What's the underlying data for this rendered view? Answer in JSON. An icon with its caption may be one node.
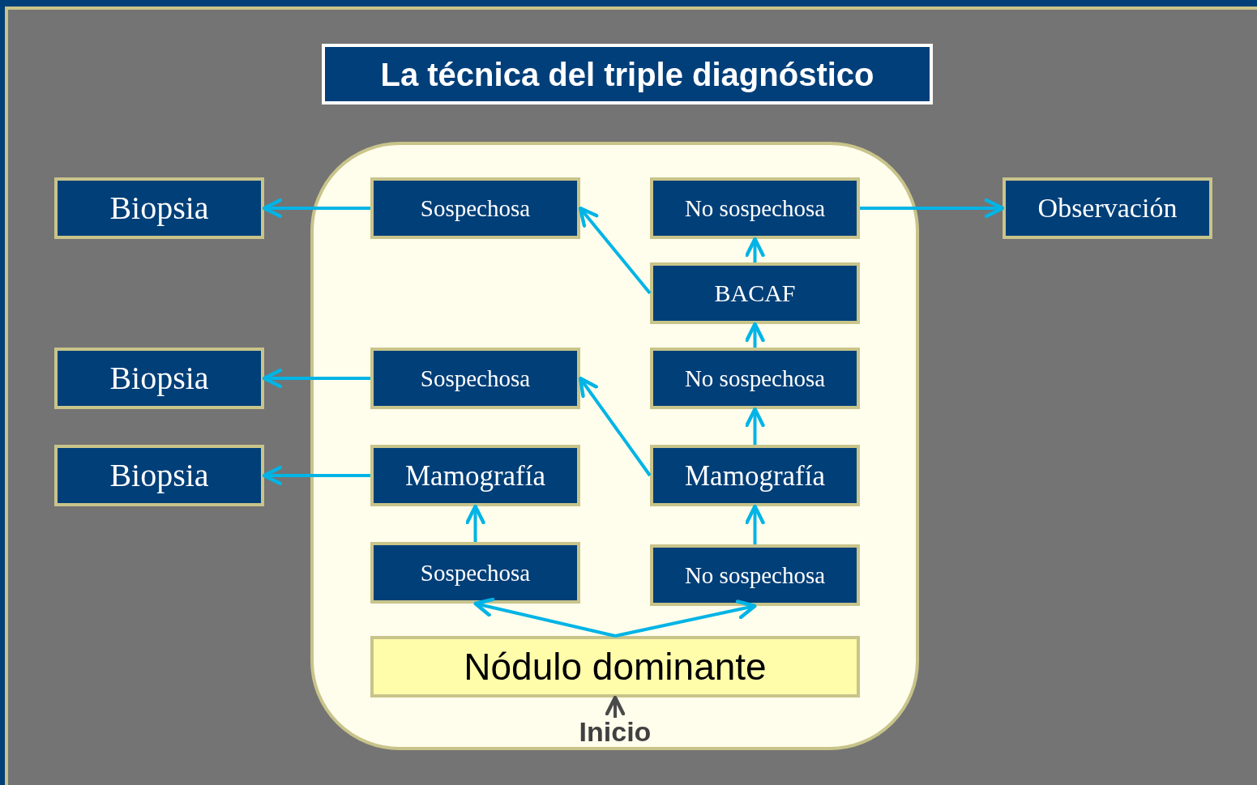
{
  "diagram": {
    "title": "La técnica del triple diagnóstico",
    "nodes": [
      {
        "text": [],
        "shape": "box"
      },
      {
        "text": [
          "Biopsia"
        ]
      },
      {
        "text": [
          "Sospechosa"
        ],
        "in": 0
      },
      {
        "text": [
          "No sospechosa"
        ],
        "in": 0
      },
      {
        "text": [
          "Observación"
        ]
      },
      {
        "text": [
          "BACAF"
        ],
        "in": 0
      },
      {
        "text": [
          "Biopsia"
        ]
      },
      {
        "text": [
          "Sospechosa"
        ],
        "in": 0
      },
      {
        "text": [
          "No sospechosa"
        ],
        "in": 0
      },
      {
        "text": [
          "Biopsia"
        ]
      },
      {
        "text": [
          "Mamografía"
        ],
        "in": 0
      },
      {
        "text": [
          "Mamografía"
        ],
        "in": 0
      },
      {
        "text": [
          "Sospechosa"
        ],
        "in": 0
      },
      {
        "text": [
          "No sospechosa"
        ],
        "in": 0
      },
      {
        "text": [
          "Nódulo dominante"
        ],
        "in": 0
      },
      {
        "text": [
          "Inicio"
        ],
        "in": 0
      }
    ],
    "edges": [
      {
        "from": 2,
        "to": 1,
        "arrow": "to"
      },
      {
        "from": 3,
        "to": 4,
        "arrow": "to"
      },
      {
        "from": 5,
        "to": 3,
        "arrow": "to"
      },
      {
        "from": 5,
        "to": 2,
        "arrow": "to"
      },
      {
        "from": 8,
        "to": 5,
        "arrow": "to"
      },
      {
        "from": 11,
        "to": 8,
        "arrow": "to"
      },
      {
        "from": 11,
        "to": 7,
        "arrow": "to"
      },
      {
        "from": 7,
        "to": 6,
        "arrow": "to"
      },
      {
        "from": 10,
        "to": 9,
        "arrow": "to"
      },
      {
        "from": 12,
        "to": 10,
        "arrow": "to"
      },
      {
        "from": 13,
        "to": 11,
        "arrow": "to"
      },
      {
        "from": 14,
        "to": 12,
        "arrow": "to"
      },
      {
        "from": 14,
        "to": 13,
        "arrow": "to"
      },
      {
        "from": 15,
        "to": 14,
        "arrow": "to",
        "color": "#4a4a4a"
      }
    ]
  }
}
